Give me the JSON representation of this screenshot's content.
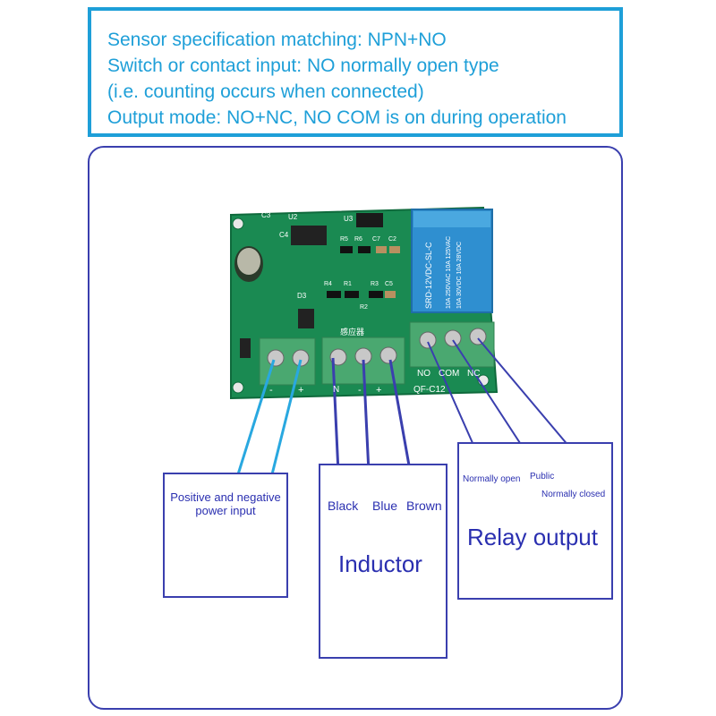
{
  "spec": {
    "line1": "Sensor specification matching: NPN+NO",
    "line2": "Switch or contact input: NO normally open type",
    "line3": "(i.e. counting occurs when connected)",
    "line4": "Output mode: NO+NC, NO COM is on during operation"
  },
  "board": {
    "model": "QF-C12",
    "relay_text_1": "SRD-12VDC-SL-C",
    "relay_text_2": "10A 250VAC  10A 125VAC",
    "relay_text_3": "10A 30VDC  10A 28VDC",
    "sensor_silk": "感应器",
    "pin_neg": "-",
    "pin_pos": "+",
    "pin_n": "N",
    "pin_sneg": "-",
    "pin_spos": "+",
    "pin_no": "NO",
    "pin_com": "COM",
    "pin_nc": "NC",
    "ref_c3": "C3",
    "ref_u2": "U2",
    "ref_u3": "U3",
    "ref_c4": "C4",
    "ref_d3": "D3",
    "ref_r4": "R4",
    "ref_r1": "R1",
    "ref_r3": "R3",
    "ref_c5": "C5",
    "ref_r2": "R2",
    "ref_c7": "C7",
    "ref_c2": "C2",
    "ref_r5": "R5",
    "ref_r6": "R6"
  },
  "labels": {
    "power": "Positive and negative power input",
    "black": "Black",
    "blue": "Blue",
    "brown": "Brown",
    "inductor": "Inductor",
    "normally_open": "Normally open",
    "public": "Public",
    "normally_closed": "Normally closed",
    "relay_output": "Relay output"
  },
  "colors": {
    "spec_blue": "#1e9fd8",
    "panel_border": "#3a3fae",
    "label_text": "#2a2fb0",
    "pcb_green": "#1a8a52",
    "relay_blue": "#2f8fd0",
    "terminal_green": "#4aa870",
    "wire_light_blue": "#29a8e0",
    "wire_dark_blue": "#3a3fae"
  }
}
